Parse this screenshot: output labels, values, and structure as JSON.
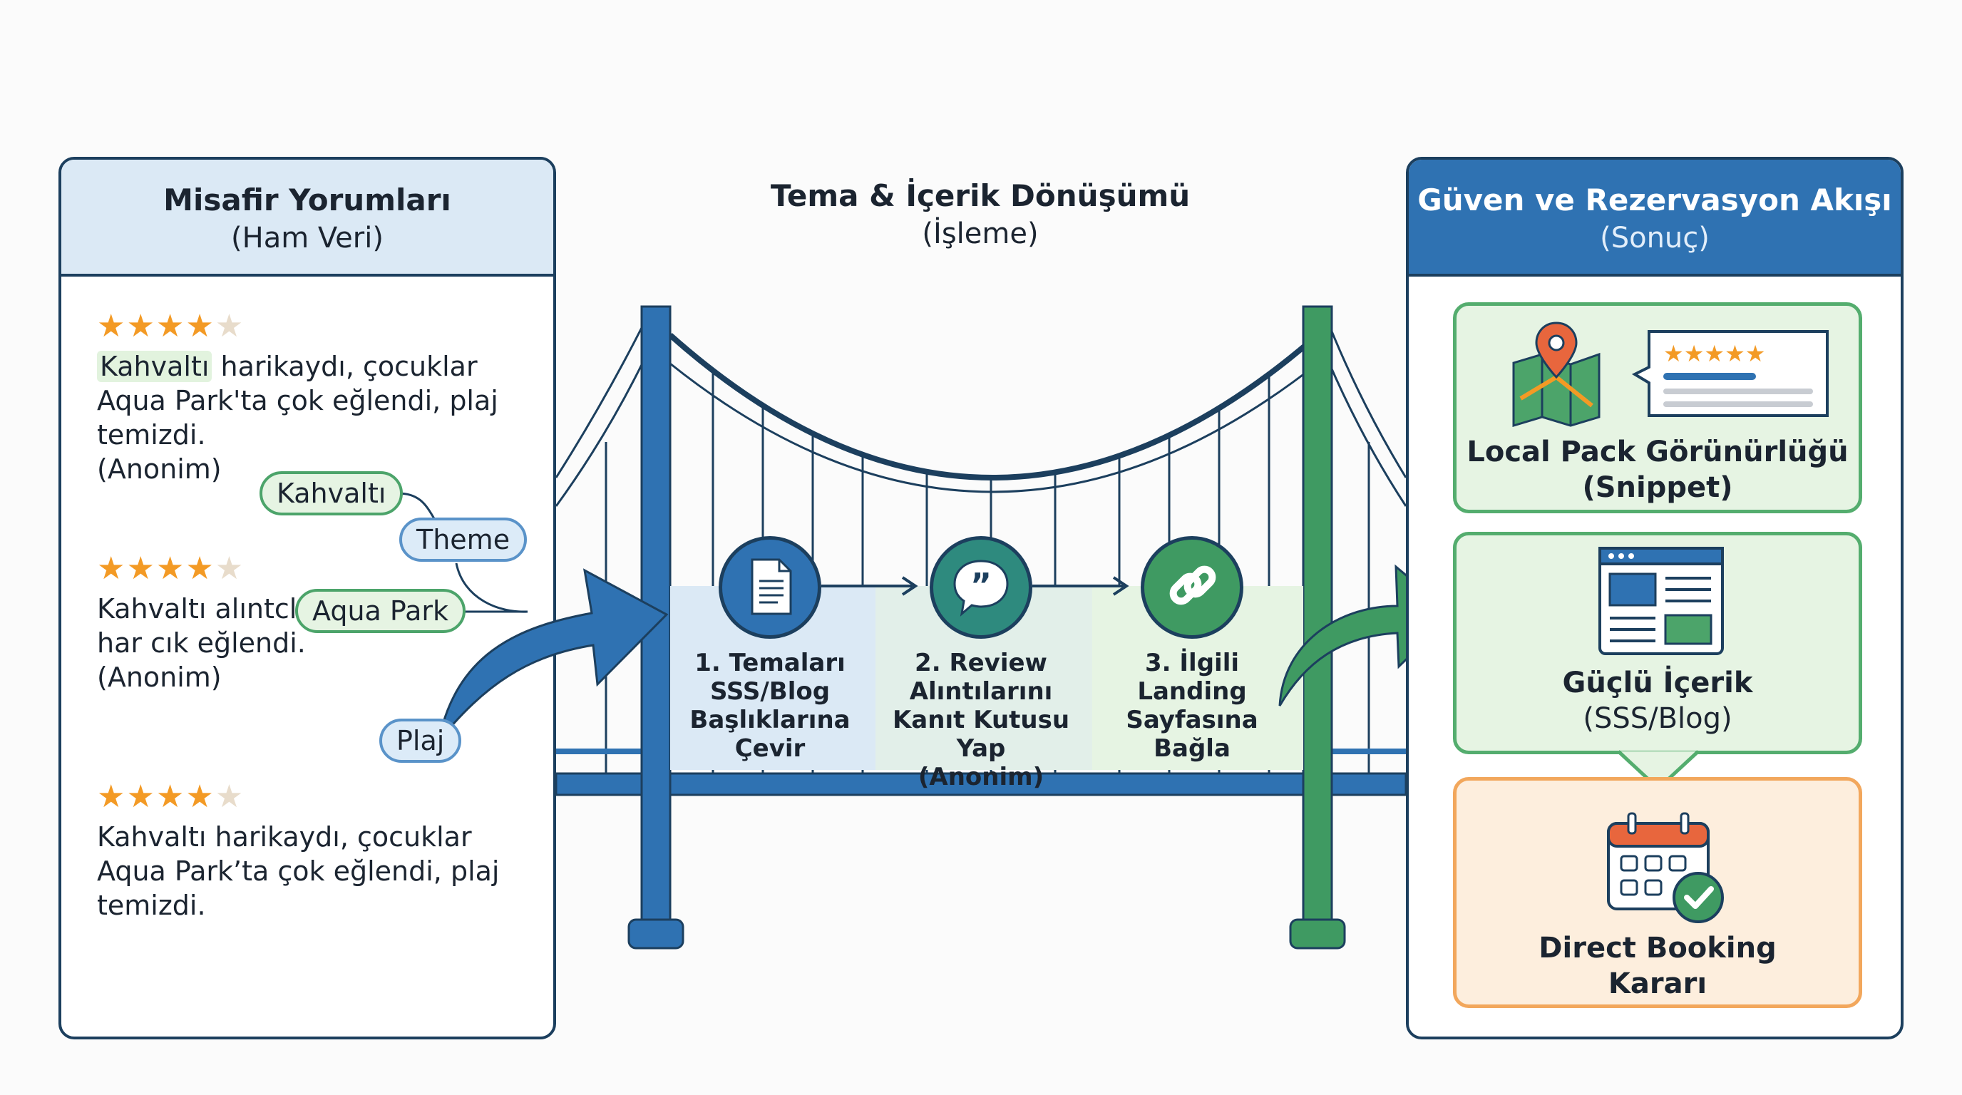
{
  "left_panel": {
    "title": "Misafir Yorumları",
    "subtitle": "(Ham Veri)",
    "reviews": [
      {
        "rating": 4,
        "highlight": "Kahvaltı",
        "lines": [
          " harikaydı, çocuklar",
          "Aqua Park'ta çok eğlendi, plaj",
          "temizdi.",
          "(Anonim)"
        ]
      },
      {
        "rating": 4,
        "lines": [
          "Kahvaltı alıntclı",
          "har cık eğlendi.",
          "(Anonim)"
        ]
      },
      {
        "rating": 4,
        "lines": [
          "Kahvaltı harikaydı, çocuklar",
          "Aqua Park’ta çok eğlendi, plaj",
          "temizdi."
        ]
      }
    ]
  },
  "tags": {
    "kahvalti": "Kahvaltı",
    "theme": "Theme",
    "aqua_park": "Aqua Park",
    "plaj": "Plaj"
  },
  "middle": {
    "title": "Tema & İçerik Dönüşümü",
    "subtitle": "(İşleme)",
    "steps": [
      {
        "icon": "document-icon",
        "lines": [
          "1. Temaları",
          "SSS/Blog",
          "Başlıklarına",
          "Çevir"
        ]
      },
      {
        "icon": "quote-bubble-icon",
        "lines": [
          "2. Review",
          "Alıntılarını",
          "Kanıt Kutusu Yap",
          "(Anonim)"
        ]
      },
      {
        "icon": "link-icon",
        "lines": [
          "3. İlgili",
          "Landing",
          "Sayfasına",
          "Bağla"
        ]
      }
    ]
  },
  "right_panel": {
    "title": "Güven ve Rezervasyon Akışı",
    "subtitle": "(Sonuç)",
    "cards": [
      {
        "icon": "map-pin-icon",
        "title": "Local Pack Görünürlüğü",
        "subtitle": "(Snippet)"
      },
      {
        "icon": "webpage-icon",
        "title": "Güçlü İçerik",
        "subtitle": "(SSS/Blog)"
      },
      {
        "icon": "calendar-check-icon",
        "title": "Direct Booking",
        "subtitle": "Kararı"
      }
    ]
  },
  "colors": {
    "navy": "#1c3f5e",
    "blue": "#2f72b2",
    "green": "#3f9a62",
    "orange": "#f39a25"
  }
}
